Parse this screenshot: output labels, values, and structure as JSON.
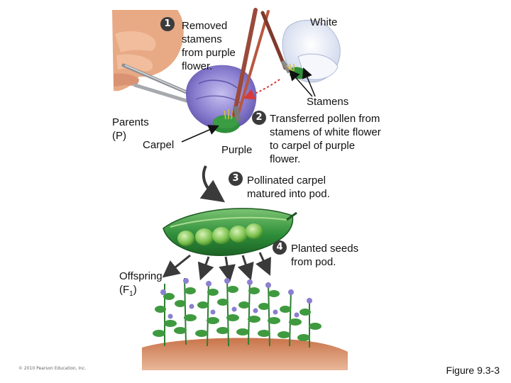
{
  "step1": {
    "number": "1",
    "text_lines": [
      "Removed",
      "stamens",
      "from purple",
      "flower."
    ]
  },
  "white_label": "White",
  "stamens_label": "Stamens",
  "parents_label": {
    "line1": "Parents",
    "line2": "(P)"
  },
  "carpel_label": "Carpel",
  "purple_label": "Purple",
  "step2": {
    "number": "2",
    "text_lines": [
      "Transferred pollen from",
      "stamens of white flower",
      "to carpel of purple",
      "flower."
    ]
  },
  "step3": {
    "number": "3",
    "text_lines": [
      "Pollinated carpel",
      "matured into pod."
    ]
  },
  "step4": {
    "number": "4",
    "text_lines": [
      "Planted seeds",
      "from pod."
    ]
  },
  "offspring_label": {
    "line1": "Offspring",
    "line2_prefix": "(F",
    "line2_sub": "1",
    "line2_suffix": ")"
  },
  "copyright": "© 2010 Pearson Education, Inc.",
  "figure_caption": "Figure 9.3-3",
  "colors": {
    "purple_flower": "#8a7fd0",
    "white_flower": "#eef2fb",
    "pod_green": "#2f8f3a",
    "soil": "#b5603c",
    "arrow_red": "#d83a3a",
    "badge": "#3b3b3b"
  },
  "icons": [
    "hand-icon",
    "forceps-icon",
    "paintbrush-icon",
    "pea-pod-icon",
    "pea-plant-icon"
  ]
}
